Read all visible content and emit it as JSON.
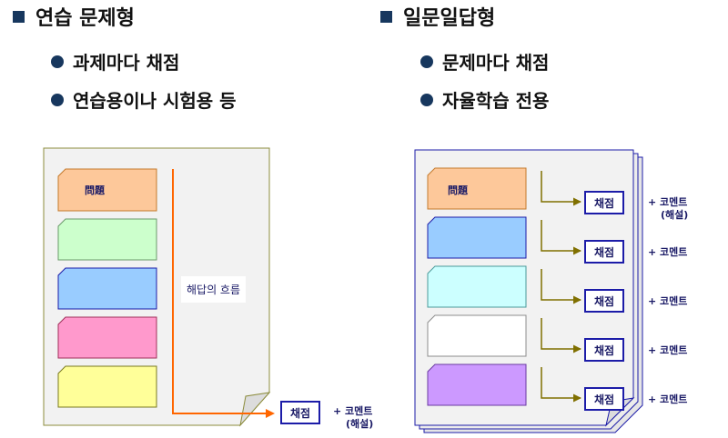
{
  "left": {
    "heading": "연습 문제형",
    "bullets": [
      "과제마다 채점",
      "연습용이나 시험용 등"
    ],
    "card_label": "問題",
    "flow_label": "해답의 흐름",
    "score_label": "채점",
    "note_main": "+ 코멘트",
    "note_sub": "(해설)"
  },
  "right": {
    "heading": "일문일답형",
    "bullets": [
      "문제마다 채점",
      "자율학습 전용"
    ],
    "card_label": "問題",
    "rows": [
      {
        "score": "채점",
        "note": "+ 코멘트",
        "sub": "(해설)"
      },
      {
        "score": "채점",
        "note": "+ 코멘트"
      },
      {
        "score": "채점",
        "note": "+ 코멘트"
      },
      {
        "score": "채점",
        "note": "+ 코멘트"
      },
      {
        "score": "채점",
        "note": "+ 코멘트"
      }
    ]
  },
  "colors": {
    "heading_square": "#17375e",
    "bullet_dot": "#17375e",
    "card_orange": "#fdc89a",
    "card_green": "#ccffcc",
    "card_blue": "#99ccff",
    "card_pink": "#ff99cc",
    "card_yellow": "#ffff99",
    "card_cyan": "#ccffff",
    "card_white": "#ffffff",
    "card_purple": "#cc99ff",
    "flow_arrow": "#ff6600",
    "row_arrow": "#807000"
  }
}
